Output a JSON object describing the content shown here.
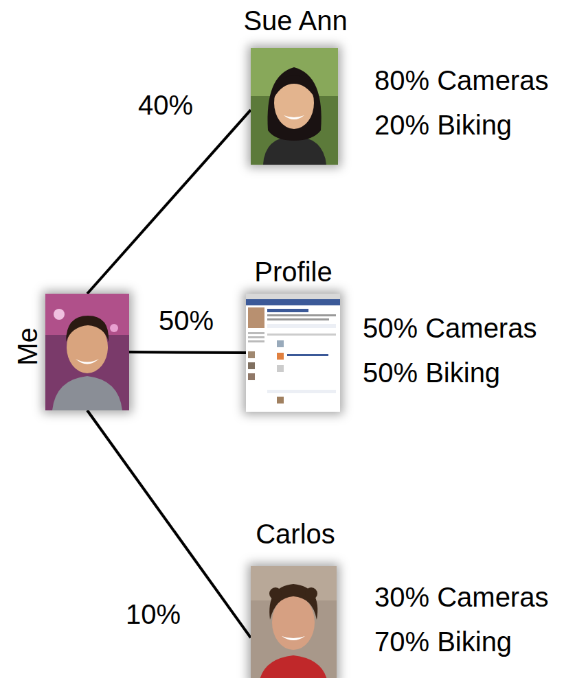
{
  "diagram": {
    "nodes": [
      {
        "text": [
          "Me"
        ]
      },
      {
        "text": [
          "Sue Ann",
          "80% Cameras 20% Biking"
        ]
      },
      {
        "text": [
          "Profile",
          "50% Cameras 50% Biking"
        ]
      },
      {
        "text": [
          "Carlos",
          "30% Cameras 70% Biking"
        ]
      }
    ],
    "edges": [
      {
        "from": 0,
        "to": 1,
        "label": "40%",
        "arrow": "none"
      },
      {
        "from": 0,
        "to": 2,
        "label": "50%",
        "arrow": "none"
      },
      {
        "from": 0,
        "to": 3,
        "label": "10%",
        "arrow": "none"
      }
    ]
  }
}
